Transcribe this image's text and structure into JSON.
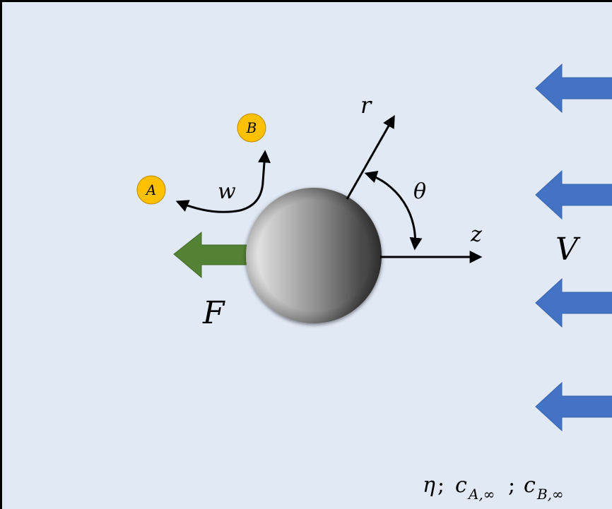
{
  "labels": {
    "A": "A",
    "B": "B",
    "w": "w",
    "r": "r",
    "theta": "θ",
    "z": "z",
    "V": "V",
    "F": "F",
    "eta": "η",
    "sep1": ";",
    "sep2": ";",
    "c": "c",
    "subA": "A,∞",
    "subB": "B,∞"
  },
  "colors": {
    "background": "#e1e9f5",
    "border": "#000000",
    "flow_arrow": "#4472c4",
    "force_arrow": "#548235",
    "species_circle": "#ffc000",
    "species_circle_stroke": "#c08a00",
    "line": "#000000"
  }
}
